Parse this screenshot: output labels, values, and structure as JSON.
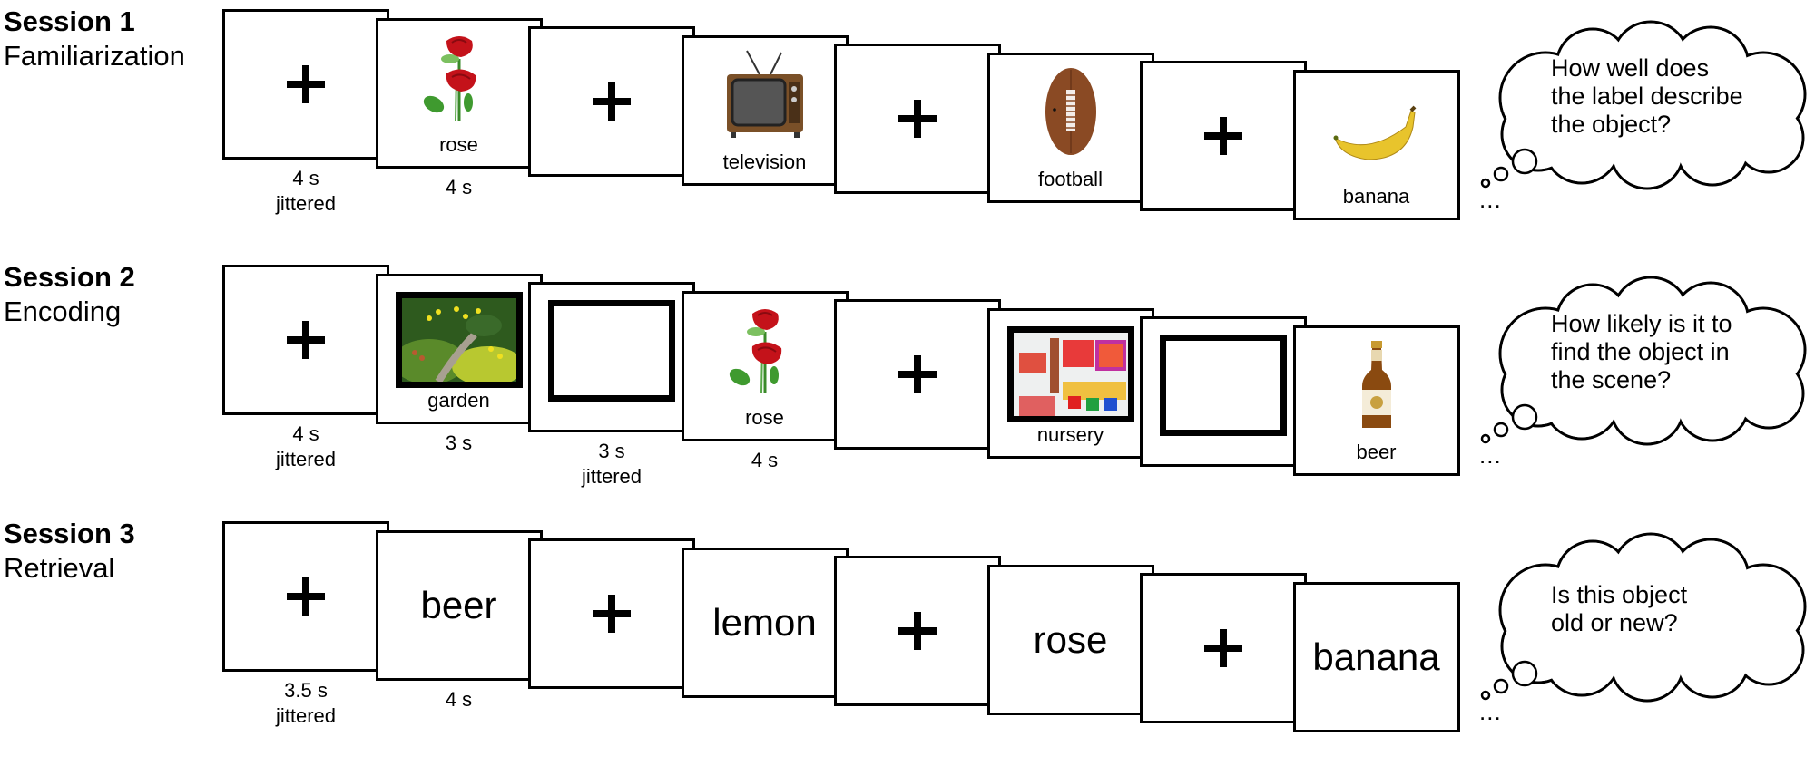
{
  "sessions": [
    {
      "title": "Session 1",
      "subtitle": "Familiarization",
      "cards": [
        {
          "type": "cross",
          "timing": [
            "4 s",
            "jittered"
          ]
        },
        {
          "type": "object",
          "image": "rose-image",
          "label": "rose",
          "timing": [
            "4 s"
          ]
        },
        {
          "type": "cross"
        },
        {
          "type": "object",
          "image": "television-image",
          "label": "television"
        },
        {
          "type": "cross"
        },
        {
          "type": "object",
          "image": "football-image",
          "label": "football"
        },
        {
          "type": "cross"
        },
        {
          "type": "object",
          "image": "banana-image",
          "label": "banana"
        }
      ],
      "question": [
        "How well does",
        "the label describe",
        "the object?"
      ],
      "ellipsis": "..."
    },
    {
      "title": "Session 2",
      "subtitle": "Encoding",
      "cards": [
        {
          "type": "cross",
          "timing": [
            "4 s",
            "jittered"
          ]
        },
        {
          "type": "scene",
          "image": "garden-image",
          "label": "garden",
          "timing": [
            "3 s"
          ]
        },
        {
          "type": "blank-frame",
          "timing": [
            "3 s",
            "jittered"
          ]
        },
        {
          "type": "object",
          "image": "rose-image",
          "label": "rose",
          "timing": [
            "4 s"
          ]
        },
        {
          "type": "cross"
        },
        {
          "type": "scene",
          "image": "nursery-image",
          "label": "nursery"
        },
        {
          "type": "blank-frame"
        },
        {
          "type": "object",
          "image": "beer-image",
          "label": "beer"
        }
      ],
      "question": [
        "How likely is it to",
        "find the object in",
        "the scene?"
      ],
      "ellipsis": "..."
    },
    {
      "title": "Session 3",
      "subtitle": "Retrieval",
      "cards": [
        {
          "type": "cross",
          "timing": [
            "3.5 s",
            "jittered"
          ]
        },
        {
          "type": "word",
          "label": "beer",
          "timing": [
            "4 s"
          ]
        },
        {
          "type": "cross"
        },
        {
          "type": "word",
          "label": "lemon"
        },
        {
          "type": "cross"
        },
        {
          "type": "word",
          "label": "rose"
        },
        {
          "type": "cross"
        },
        {
          "type": "word",
          "label": "banana"
        }
      ],
      "question": [
        "Is this object",
        "old or new?"
      ],
      "ellipsis": "..."
    }
  ]
}
